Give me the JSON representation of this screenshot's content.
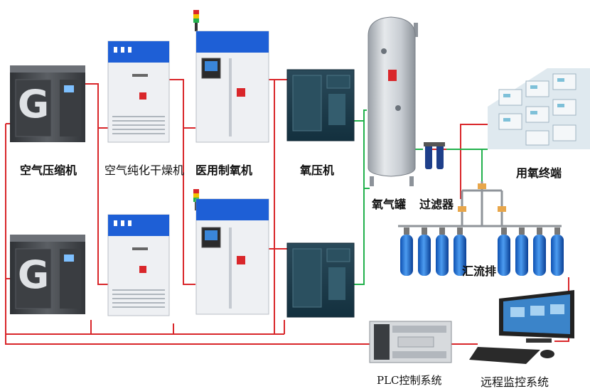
{
  "labels": {
    "air_compressor": "空气压缩机",
    "air_dryer": "空气纯化干燥机",
    "medical_oxygen_generator": "医用制氧机",
    "oxygen_compressor": "氧压机",
    "oxygen_tank": "氧气罐",
    "filter": "过滤器",
    "oxygen_terminal": "用氧终端",
    "manifold": "汇流排",
    "plc_system": "PLC控制系统",
    "remote_monitor": "远程监控系统"
  },
  "colors": {
    "pipe_red": "#d9262a",
    "pipe_green": "#22b14c",
    "cabinet_blue": "#1e5fd6",
    "compressor_dark": "#4a4d52",
    "cylinder_blue": "#1f6fd8",
    "cabinet_gray": "#e9ecf0"
  },
  "icons": [
    "compressor-icon",
    "dryer-icon",
    "oxygen-generator-icon",
    "oxygen-compressor-icon",
    "tank-icon",
    "filter-icon",
    "gas-cylinder-icon",
    "plc-icon",
    "monitor-icon",
    "ward-image"
  ]
}
